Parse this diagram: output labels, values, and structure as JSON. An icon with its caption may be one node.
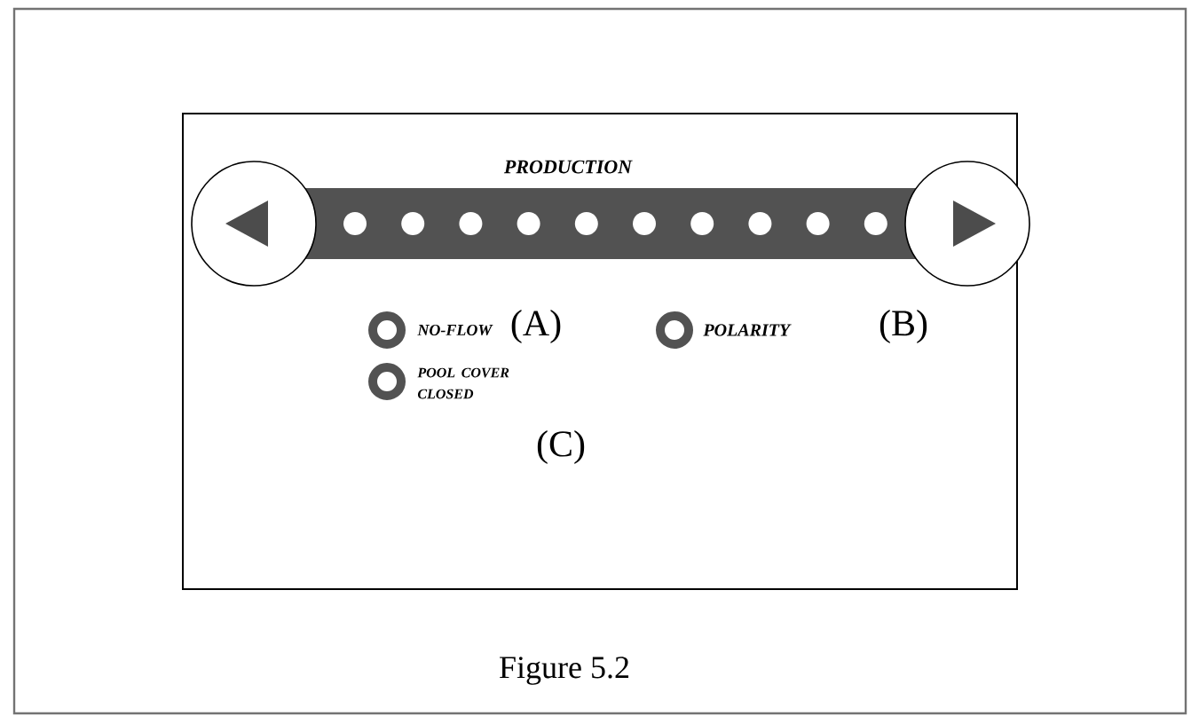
{
  "diagram": {
    "caption": "Figure 5.2",
    "labels": [
      "PRODUCTION",
      "NO-FLOW",
      "(A)",
      "POLARITY",
      "(B)",
      "POOL COVER CLOSED",
      "(C)"
    ]
  }
}
